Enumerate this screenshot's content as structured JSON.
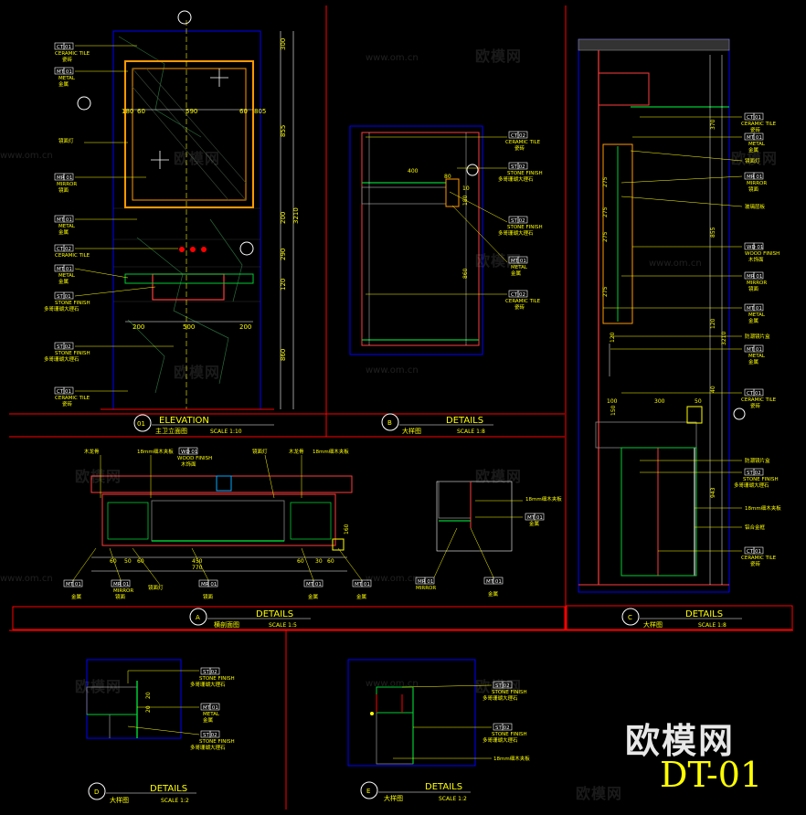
{
  "watermarks": {
    "logo_text": "欧模网",
    "url_text": "www.om.cn"
  },
  "brand": {
    "logo_text": "欧模网",
    "sheet_number": "DT-01"
  },
  "panels": {
    "elevation": {
      "ref": "01",
      "title": "ELEVATION",
      "subtitle": "主卫立面图",
      "scale": "SCALE 1:10",
      "dims_vertical": [
        "300",
        "855",
        "200",
        "290",
        "120",
        "860",
        "3210"
      ],
      "dims_horizontal": [
        "200",
        "500",
        "200",
        "180",
        "60",
        "590",
        "60",
        "805"
      ],
      "labels": [
        {
          "code": "CT 01",
          "en": "CERAMIC TILE",
          "cn": "瓷砖"
        },
        {
          "code": "MT 01",
          "en": "METAL",
          "cn": "金属"
        },
        {
          "code": "",
          "en": "",
          "cn": "镜面灯"
        },
        {
          "code": "MR 01",
          "en": "MIRROR",
          "cn": "镜面"
        },
        {
          "code": "MT 01",
          "en": "METAL",
          "cn": "金属"
        },
        {
          "code": "CT 02",
          "en": "CERAMIC TILE",
          "cn": ""
        },
        {
          "code": "MT 01",
          "en": "METAL",
          "cn": "金属"
        },
        {
          "code": "ST 01",
          "en": "STONE FINISH",
          "cn": "多哥珊瑚大理石"
        },
        {
          "code": "ST 02",
          "en": "STONE FINISH",
          "cn": "多哥珊瑚大理石"
        },
        {
          "code": "CT 01",
          "en": "CERAMIC TILE",
          "cn": "瓷砖"
        }
      ]
    },
    "detail_b": {
      "ref": "B",
      "title": "DETAILS",
      "subtitle": "大样图",
      "scale": "SCALE 1:8",
      "dims": [
        "400",
        "80",
        "10",
        "180",
        "860"
      ],
      "labels": [
        {
          "code": "CT 02",
          "en": "CERAMIC TILE",
          "cn": "瓷砖"
        },
        {
          "code": "ST 02",
          "en": "STONE FINISH",
          "cn": "多哥珊瑚大理石"
        },
        {
          "code": "ST 02",
          "en": "STONE FINISH",
          "cn": "多哥珊瑚大理石"
        },
        {
          "code": "MT 01",
          "en": "METAL",
          "cn": "金属"
        },
        {
          "code": "CT 02",
          "en": "CERAMIC TILE",
          "cn": "瓷砖"
        }
      ]
    },
    "detail_a": {
      "ref": "A",
      "title": "DETAILS",
      "subtitle": "横剖面图",
      "scale": "SCALE 1:5",
      "dims": [
        "60",
        "50",
        "60",
        "450",
        "60",
        "30",
        "60",
        "770",
        "160"
      ],
      "labels_top": [
        "木龙骨",
        "18mm细木夹板",
        "镜面灯",
        "木龙骨",
        "18mm细木夹板"
      ],
      "wood_label": {
        "code": "WD 01",
        "en": "WOOD FINISH",
        "cn": "木饰面"
      },
      "labels_bottom": [
        {
          "code": "MT 01",
          "en": "",
          "cn": "金属"
        },
        {
          "code": "MR 01",
          "en": "MIRROR",
          "cn": "镜面"
        },
        {
          "code": "",
          "en": "",
          "cn": "镜面灯"
        },
        {
          "code": "MR 01",
          "en": "",
          "cn": "镜面"
        },
        {
          "code": "MT 01",
          "en": "",
          "cn": "金属"
        },
        {
          "code": "MT 01",
          "en": "",
          "cn": "金属"
        }
      ],
      "side_labels": [
        {
          "code": "",
          "en": "",
          "cn": "18mm细木夹板"
        },
        {
          "code": "MT 01",
          "en": "",
          "cn": "金属"
        },
        {
          "code": "MR 01",
          "en": "MIRROR",
          "cn": ""
        },
        {
          "code": "MT 01",
          "en": "",
          "cn": "金属"
        }
      ]
    },
    "detail_c": {
      "ref": "C",
      "title": "DETAILS",
      "subtitle": "大样图",
      "scale": "SCALE 1:8",
      "dims": [
        "370",
        "275",
        "275",
        "275",
        "275",
        "855",
        "120",
        "120",
        "3210",
        "100",
        "300",
        "150",
        "50",
        "40",
        "943"
      ],
      "labels": [
        {
          "code": "CT 01",
          "en": "CERAMIC TILE",
          "cn": "瓷砖"
        },
        {
          "code": "MT 01",
          "en": "METAL",
          "cn": "金属"
        },
        {
          "code": "",
          "en": "",
          "cn": "镜面灯"
        },
        {
          "code": "MR 01",
          "en": "MIRROR",
          "cn": "镜面"
        },
        {
          "code": "",
          "en": "",
          "cn": "玻璃层板"
        },
        {
          "code": "WD 01",
          "en": "WOOD FINISH",
          "cn": "木饰面"
        },
        {
          "code": "MR 01",
          "en": "MIRROR",
          "cn": "镜面"
        },
        {
          "code": "MT 01",
          "en": "METAL",
          "cn": "金属"
        },
        {
          "code": "",
          "en": "",
          "cn": "防潮镜片盒"
        },
        {
          "code": "MT 01",
          "en": "METAL",
          "cn": "金属"
        },
        {
          "code": "CT 01",
          "en": "CERAMIC TILE",
          "cn": "瓷砖"
        },
        {
          "code": "",
          "en": "",
          "cn": "防潮镜片盒"
        },
        {
          "code": "ST 02",
          "en": "STONE FINISH",
          "cn": "多哥珊瑚大理石"
        },
        {
          "code": "",
          "en": "",
          "cn": "18mm细木夹板"
        },
        {
          "code": "",
          "en": "",
          "cn": "铝合金框"
        },
        {
          "code": "CT 01",
          "en": "CERAMIC TILE",
          "cn": "瓷砖"
        }
      ]
    },
    "detail_d": {
      "ref": "D",
      "title": "DETAILS",
      "subtitle": "大样图",
      "scale": "SCALE 1:2",
      "dims": [
        "20",
        "20"
      ],
      "labels": [
        {
          "code": "ST 02",
          "en": "STONE FINISH",
          "cn": "多哥珊瑚大理石"
        },
        {
          "code": "MT 01",
          "en": "METAL",
          "cn": "金属"
        },
        {
          "code": "ST 02",
          "en": "STONE FINISH",
          "cn": "多哥珊瑚大理石"
        }
      ]
    },
    "detail_e": {
      "ref": "E",
      "title": "DETAILS",
      "subtitle": "大样图",
      "scale": "SCALE 1:2",
      "labels": [
        {
          "code": "ST 02",
          "en": "STONE FINISH",
          "cn": "多哥珊瑚大理石"
        },
        {
          "code": "ST 02",
          "en": "STONE FINISH",
          "cn": "多哥珊瑚大理石"
        },
        {
          "code": "",
          "en": "",
          "cn": "18mm细木夹板"
        }
      ]
    }
  },
  "colors": {
    "background": "#000000",
    "frame": "#ff0000",
    "text": "#ffff00",
    "leader": "#ffff00",
    "outline": "#0000ff",
    "structure": "#ff3b3b",
    "label_box": "#ffffff",
    "dim": "#ffffff",
    "finish_green": "#00cc33",
    "hatch": "#555555"
  }
}
